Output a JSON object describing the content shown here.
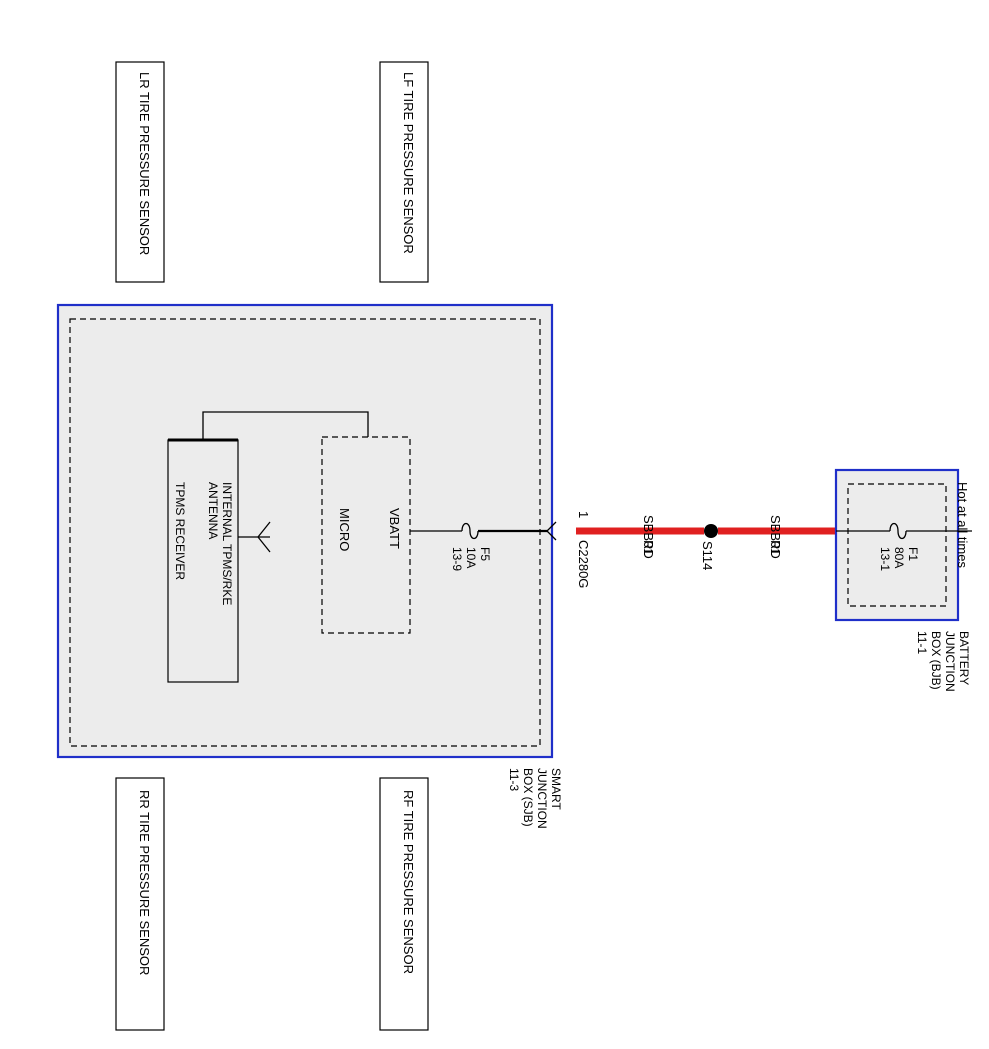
{
  "colors": {
    "module_border": "#1f2fc9",
    "module_fill": "#ececec",
    "wire_power": "#e02020",
    "splice_dot": "#000000"
  },
  "sensors": {
    "lr": "LR TIRE PRESSURE SENSOR",
    "lf": "LF TIRE PRESSURE SENSOR",
    "rr": "RR TIRE PRESSURE SENSOR",
    "rf": "RF TIRE PRESSURE SENSOR"
  },
  "sjb": {
    "name_lines": [
      "SMART",
      "JUNCTION",
      "BOX (SJB)",
      "11-3"
    ],
    "vbatt": "VBATT",
    "micro": "MICRO",
    "receiver_lines": [
      "INTERNAL TPMS/RKE",
      "ANTENNA",
      "TPMS RECEIVER"
    ],
    "fuse_lines": [
      "F5",
      "10A",
      "13-9"
    ],
    "connector_pin": "1",
    "connector": "C2280G"
  },
  "wiring": {
    "circuit_left": "SBB01",
    "color_left": "RD",
    "splice": "S114",
    "circuit_right": "SBB01",
    "color_right": "RD"
  },
  "bjb": {
    "hot_label": "Hot at all times",
    "fuse_lines": [
      "F1",
      "80A",
      "13-1"
    ],
    "name_lines": [
      "BATTERY",
      "JUNCTION",
      "BOX (BJB)",
      "11-1"
    ]
  }
}
